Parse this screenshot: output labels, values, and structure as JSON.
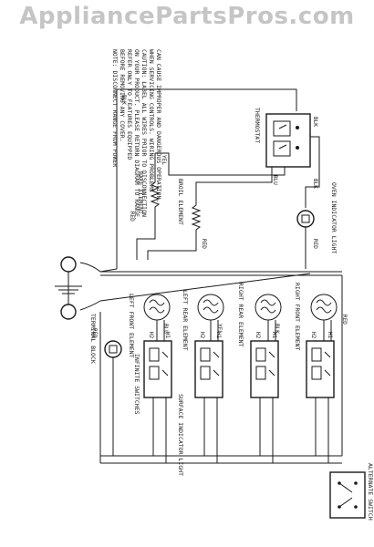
{
  "watermark": "AppliancePartsPros.com",
  "notes": [
    "NOTE: DISCONNECT RANGE FROM POWER",
    "BEFORE REMOVING ANY COVER.",
    "REFER ONLY TO FEATURES EQUIPPED",
    "ON YOUR PRODUCT. PLEASE RETURN DIAGRAM TO RANGE.",
    "CAUTION: LABEL ALL WIRES PRIOR TO DISCONNECTION",
    "WHEN SERVICING CONTROLS. WIRING PROBLEMS",
    "CAN CAUSE IMPROPER AND DANGEROUS OPERATION."
  ],
  "labels": {
    "thermostat": "THERMOSTAT",
    "bake_element": "BAKE ELEMENT",
    "broil_element": "BROIL ELEMENT",
    "oven_indicator": "OVEN INDICATOR LIGHT",
    "terminal_block": "TERMINAL BLOCK",
    "left_front": "LEFT FRONT ELEMENT",
    "left_rear": "LEFT REAR ELEMENT",
    "right_rear": "RIGHT REAR ELEMENT",
    "right_front": "RIGHT FRONT ELEMENT",
    "infinite_switches": "INFINITE SWITCHES",
    "surface_indicator": "SURFACE INDICATOR LIGHT",
    "alternate_switch": "ALTERNATE SWITCH"
  },
  "wire_colors": {
    "blk": "BLK",
    "red": "RED",
    "yel": "YEL",
    "blu": "BLU"
  },
  "terminals": {
    "h1": "H1",
    "h2": "H2",
    "l1": "L1",
    "l2": "L2"
  }
}
